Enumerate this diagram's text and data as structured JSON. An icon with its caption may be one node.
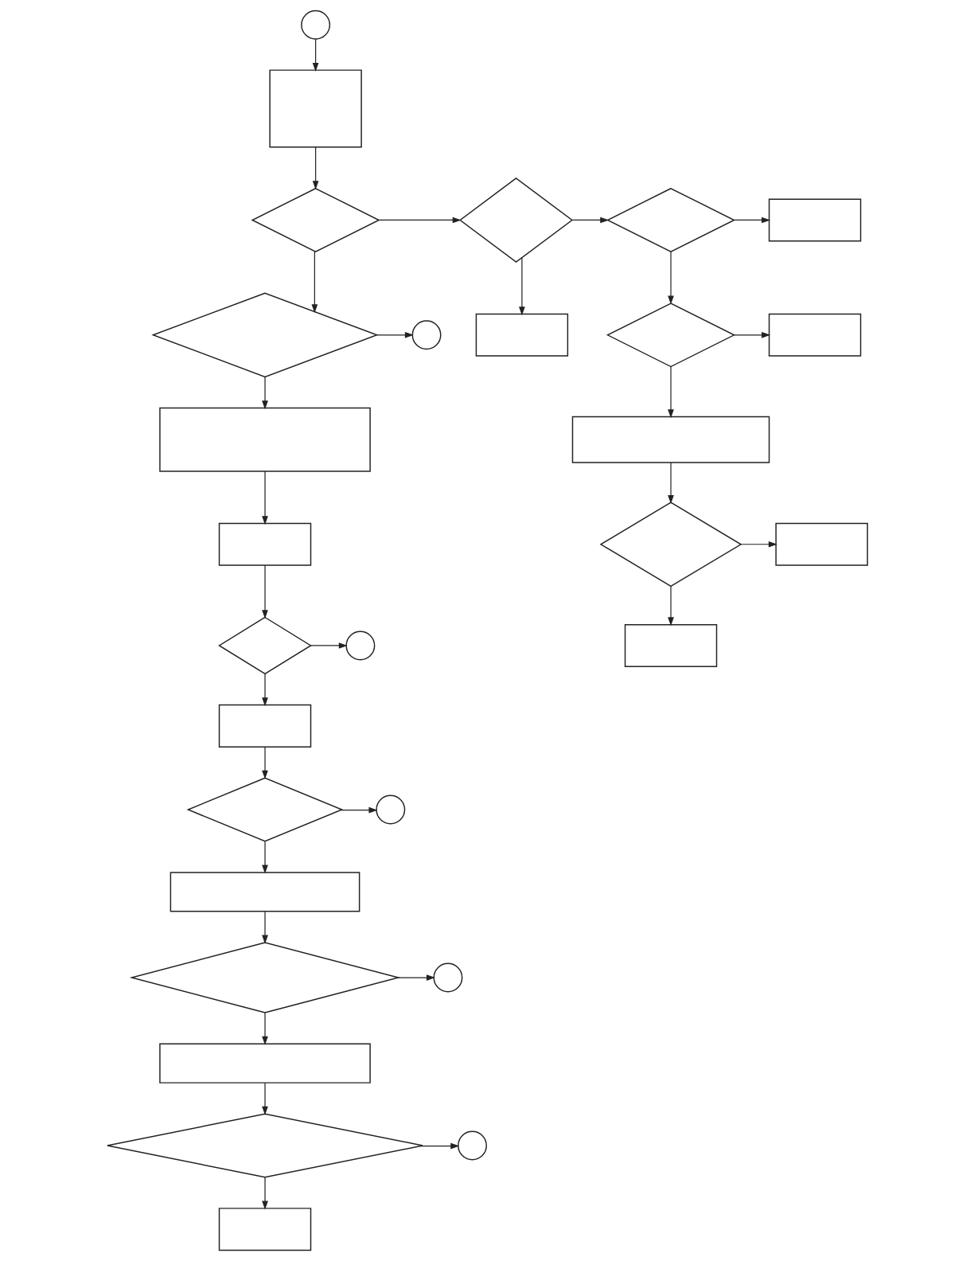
{
  "diagram": {
    "nodes": [
      {
        "text": [],
        "shape": "circle"
      },
      {
        "text": [],
        "shape": "box"
      },
      {
        "text": [],
        "shape": "diamond"
      },
      {
        "text": [],
        "shape": "diamond"
      },
      {
        "text": [],
        "shape": "diamond"
      },
      {
        "text": [],
        "shape": "box"
      },
      {
        "text": [],
        "shape": "diamond"
      },
      {
        "text": [],
        "shape": "circle"
      },
      {
        "text": [],
        "shape": "box"
      },
      {
        "text": [],
        "shape": "diamond"
      },
      {
        "text": [],
        "shape": "box"
      },
      {
        "text": [],
        "shape": "box"
      },
      {
        "text": [],
        "shape": "box"
      },
      {
        "text": [],
        "shape": "diamond"
      },
      {
        "text": [],
        "shape": "box"
      },
      {
        "text": [],
        "shape": "box"
      },
      {
        "text": [],
        "shape": "box"
      },
      {
        "text": [],
        "shape": "diamond"
      },
      {
        "text": [],
        "shape": "circle"
      },
      {
        "text": [],
        "shape": "box"
      },
      {
        "text": [],
        "shape": "diamond"
      },
      {
        "text": [],
        "shape": "circle"
      },
      {
        "text": [],
        "shape": "box"
      },
      {
        "text": [],
        "shape": "diamond"
      },
      {
        "text": [],
        "shape": "circle"
      },
      {
        "text": [],
        "shape": "box"
      },
      {
        "text": [],
        "shape": "diamond"
      },
      {
        "text": [],
        "shape": "circle"
      },
      {
        "text": [],
        "shape": "box"
      }
    ],
    "edges": [
      {
        "from": 0,
        "to": 1,
        "arrow": "to"
      },
      {
        "from": 1,
        "to": 2,
        "arrow": "to"
      },
      {
        "from": 2,
        "to": 3,
        "arrow": "to"
      },
      {
        "from": 3,
        "to": 4,
        "arrow": "to"
      },
      {
        "from": 4,
        "to": 5,
        "arrow": "to"
      },
      {
        "from": 3,
        "to": 8,
        "arrow": "to"
      },
      {
        "from": 4,
        "to": 9,
        "arrow": "to"
      },
      {
        "from": 9,
        "to": 10,
        "arrow": "to"
      },
      {
        "from": 9,
        "to": 11,
        "arrow": "to"
      },
      {
        "from": 11,
        "to": 13,
        "arrow": "to"
      },
      {
        "from": 13,
        "to": 14,
        "arrow": "to"
      },
      {
        "from": 13,
        "to": 16,
        "arrow": "to"
      },
      {
        "from": 2,
        "to": 6,
        "arrow": "to"
      },
      {
        "from": 6,
        "to": 7,
        "arrow": "to"
      },
      {
        "from": 6,
        "to": 12,
        "arrow": "to"
      },
      {
        "from": 12,
        "to": 15,
        "arrow": "to"
      },
      {
        "from": 15,
        "to": 17,
        "arrow": "to"
      },
      {
        "from": 17,
        "to": 18,
        "arrow": "to"
      },
      {
        "from": 17,
        "to": 19,
        "arrow": "to"
      },
      {
        "from": 19,
        "to": 20,
        "arrow": "to"
      },
      {
        "from": 20,
        "to": 21,
        "arrow": "to"
      },
      {
        "from": 20,
        "to": 22,
        "arrow": "to"
      },
      {
        "from": 22,
        "to": 23,
        "arrow": "to"
      },
      {
        "from": 23,
        "to": 24,
        "arrow": "to"
      },
      {
        "from": 23,
        "to": 25,
        "arrow": "to"
      },
      {
        "from": 25,
        "to": 26,
        "arrow": "to"
      },
      {
        "from": 26,
        "to": 27,
        "arrow": "to"
      },
      {
        "from": 26,
        "to": 28,
        "arrow": "to"
      }
    ]
  }
}
